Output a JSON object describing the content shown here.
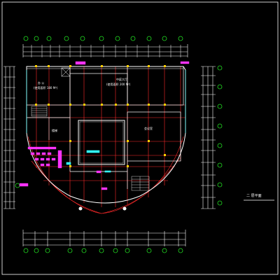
{
  "drawing": {
    "title": "二 层平面",
    "colors": {
      "background": "#000000",
      "axis_bubble": "#22dd22",
      "wall": "#ffffff",
      "grid_line": "#ff2a2a",
      "column": "#ffd200",
      "magenta": "#ff33ff",
      "cyan": "#33ffff",
      "dimension": "#ffffff"
    },
    "rooms": [
      {
        "name": "办 公",
        "area": "(使用面积 180 M²)"
      },
      {
        "name": "中庭大厅",
        "area": "(使用面积 200 M²)"
      },
      {
        "name": "楼梯"
      },
      {
        "name": "会议室"
      }
    ]
  }
}
